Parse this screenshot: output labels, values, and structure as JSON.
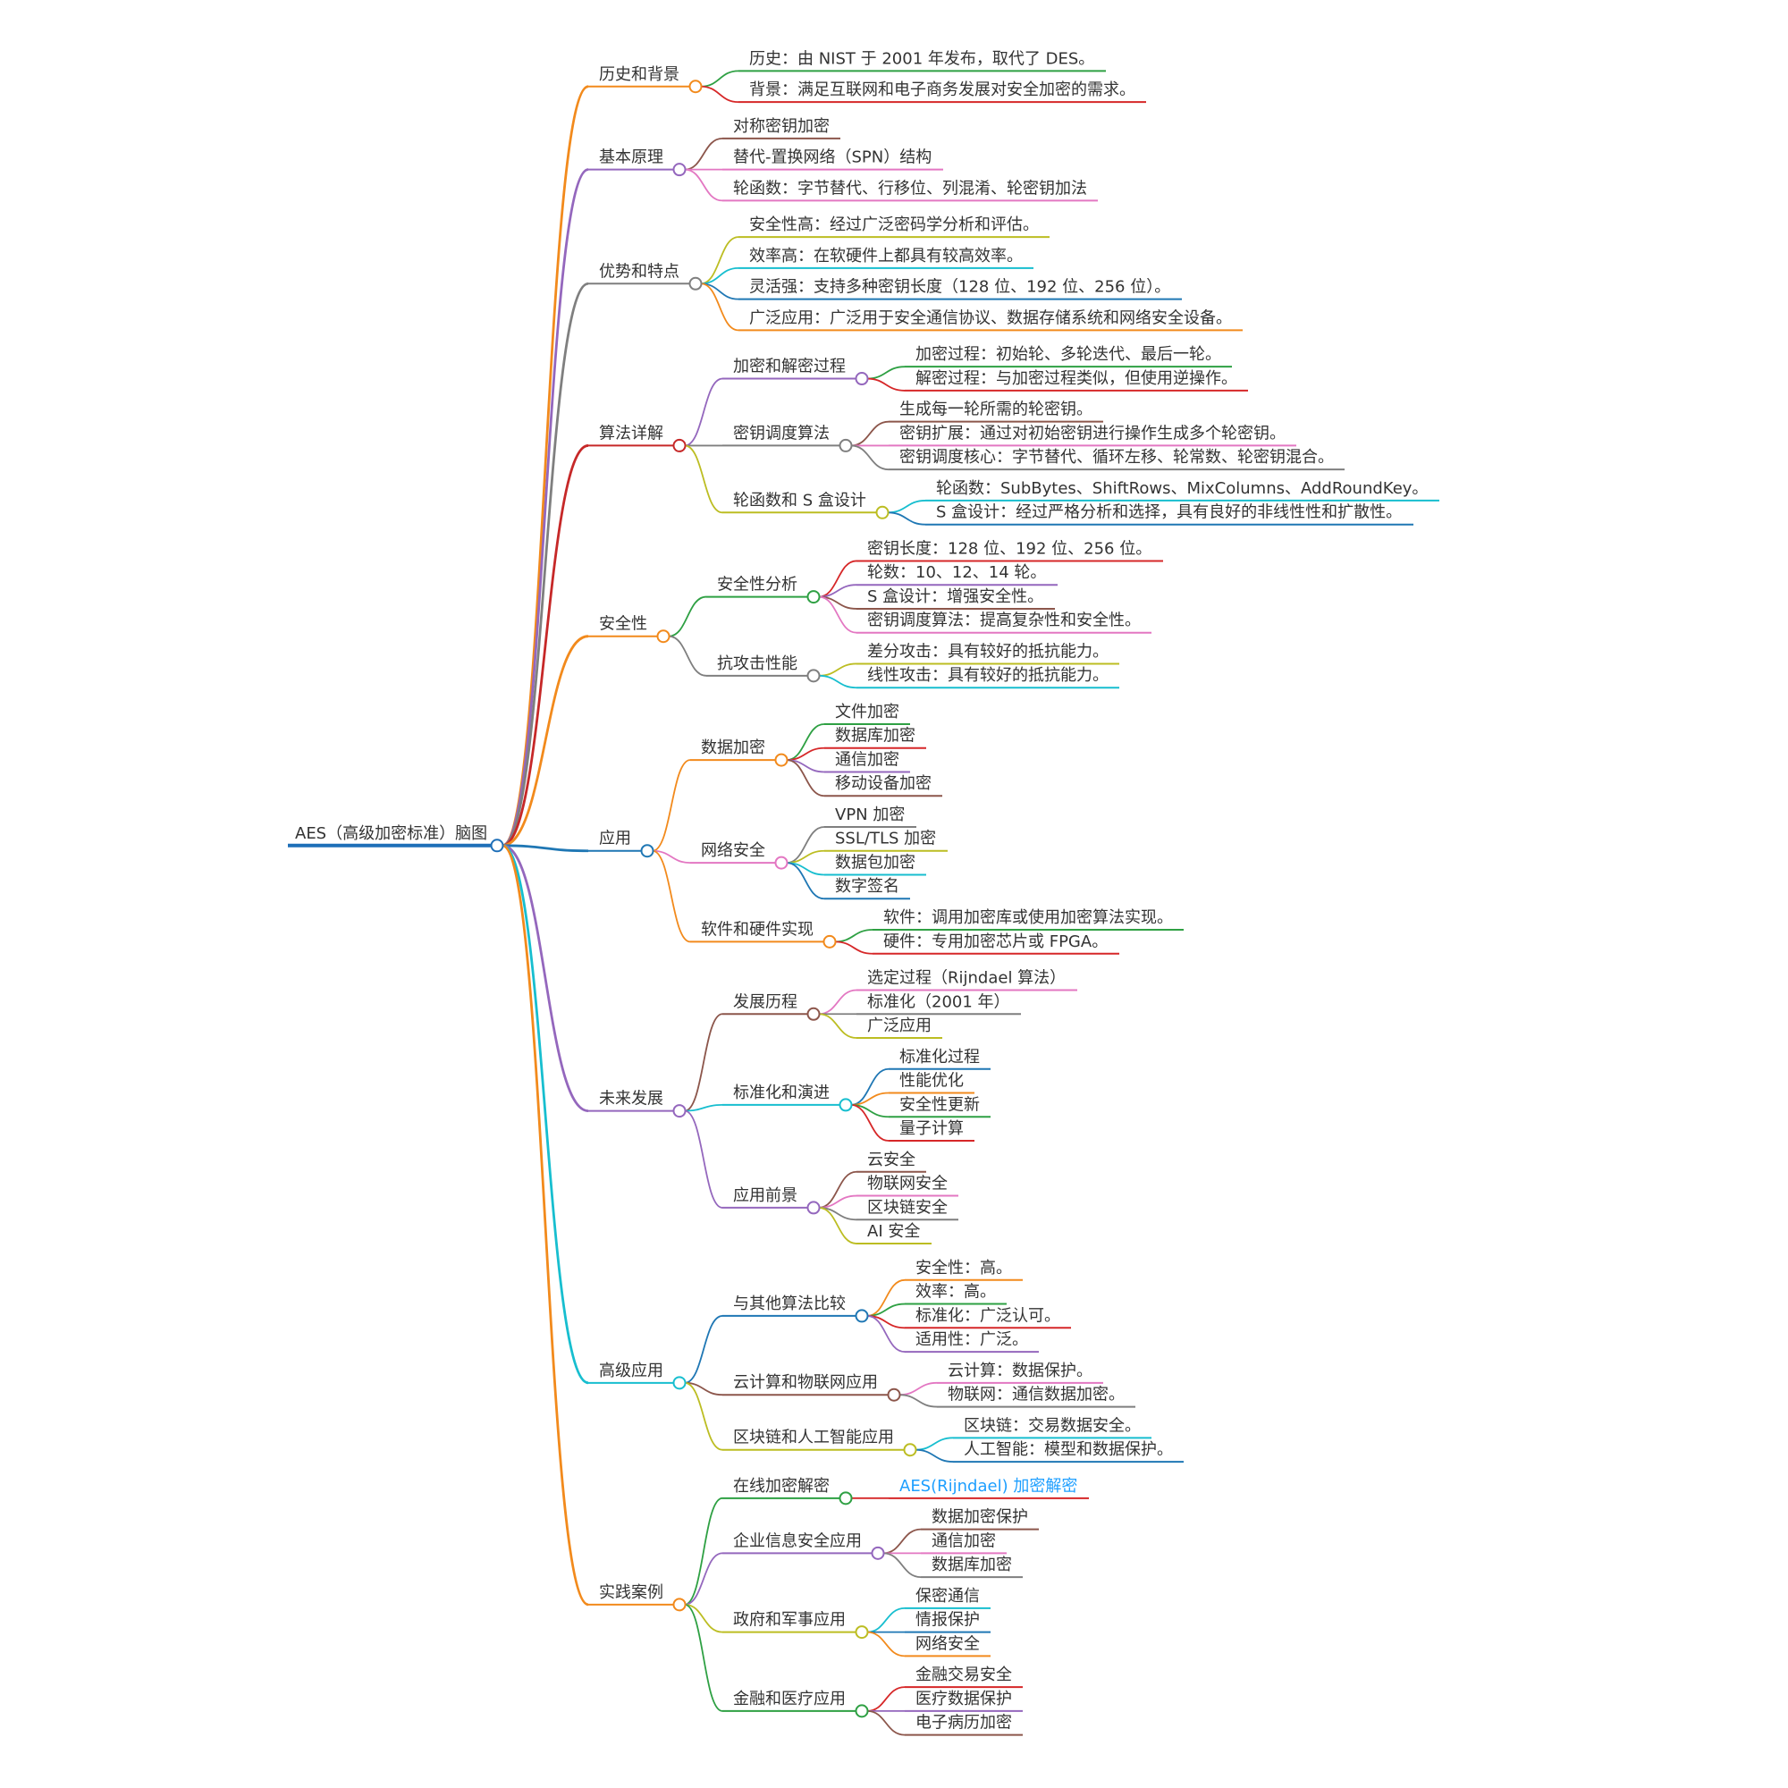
{
  "root": {
    "label": "AES（高级加密标准）脑图",
    "color": "#1e6fb8"
  },
  "branches": [
    {
      "label": "历史和背景",
      "color": "#f28a1c",
      "children": [
        {
          "label": "历史：由 NIST 于 2001 年发布，取代了 DES。",
          "color": "#2ea043"
        },
        {
          "label": "背景：满足互联网和电子商务发展对安全加密的需求。",
          "color": "#d62728"
        }
      ]
    },
    {
      "label": "基本原理",
      "color": "#9467bd",
      "children": [
        {
          "label": "对称密钥加密",
          "color": "#8c564b"
        },
        {
          "label": "替代-置换网络（SPN）结构",
          "color": "#e377c2"
        },
        {
          "label": "轮函数：字节替代、行移位、列混淆、轮密钥加法",
          "color": "#e377c2"
        }
      ]
    },
    {
      "label": "优势和特点",
      "color": "#7f7f7f",
      "children": [
        {
          "label": "安全性高：经过广泛密码学分析和评估。",
          "color": "#bcbd22"
        },
        {
          "label": "效率高：在软硬件上都具有较高效率。",
          "color": "#17becf"
        },
        {
          "label": "灵活强：支持多种密钥长度（128 位、192 位、256 位）。",
          "color": "#1f77b4"
        },
        {
          "label": "广泛应用：广泛用于安全通信协议、数据存储系统和网络安全设备。",
          "color": "#f28a1c"
        }
      ]
    },
    {
      "label": "算法详解",
      "color": "#c62828",
      "children": [
        {
          "label": "加密和解密过程",
          "color": "#9467bd",
          "children": [
            {
              "label": "加密过程：初始轮、多轮迭代、最后一轮。",
              "color": "#2ea043"
            },
            {
              "label": "解密过程：与加密过程类似，但使用逆操作。",
              "color": "#d62728"
            }
          ]
        },
        {
          "label": "密钥调度算法",
          "color": "#7f7f7f",
          "children": [
            {
              "label": "生成每一轮所需的轮密钥。",
              "color": "#8c564b"
            },
            {
              "label": "密钥扩展：通过对初始密钥进行操作生成多个轮密钥。",
              "color": "#e377c2"
            },
            {
              "label": "密钥调度核心：字节替代、循环左移、轮常数、轮密钥混合。",
              "color": "#7f7f7f"
            }
          ]
        },
        {
          "label": "轮函数和 S 盒设计",
          "color": "#bcbd22",
          "children": [
            {
              "label": "轮函数：SubBytes、ShiftRows、MixColumns、AddRoundKey。",
              "color": "#17becf"
            },
            {
              "label": "S 盒设计：经过严格分析和选择，具有良好的非线性性和扩散性。",
              "color": "#1f77b4"
            }
          ]
        }
      ]
    },
    {
      "label": "安全性",
      "color": "#f28a1c",
      "children": [
        {
          "label": "安全性分析",
          "color": "#2ea043",
          "children": [
            {
              "label": "密钥长度：128 位、192 位、256 位。",
              "color": "#d62728"
            },
            {
              "label": "轮数：10、12、14 轮。",
              "color": "#9467bd"
            },
            {
              "label": "S 盒设计：增强安全性。",
              "color": "#8c564b"
            },
            {
              "label": "密钥调度算法：提高复杂性和安全性。",
              "color": "#e377c2"
            }
          ]
        },
        {
          "label": "抗攻击性能",
          "color": "#7f7f7f",
          "children": [
            {
              "label": "差分攻击：具有较好的抵抗能力。",
              "color": "#bcbd22"
            },
            {
              "label": "线性攻击：具有较好的抵抗能力。",
              "color": "#17becf"
            }
          ]
        }
      ]
    },
    {
      "label": "应用",
      "color": "#1f77b4",
      "children": [
        {
          "label": "数据加密",
          "color": "#f28a1c",
          "children": [
            {
              "label": "文件加密",
              "color": "#2ea043"
            },
            {
              "label": "数据库加密",
              "color": "#d62728"
            },
            {
              "label": "通信加密",
              "color": "#9467bd"
            },
            {
              "label": "移动设备加密",
              "color": "#8c564b"
            }
          ]
        },
        {
          "label": "网络安全",
          "color": "#e377c2",
          "children": [
            {
              "label": "VPN 加密",
              "color": "#7f7f7f"
            },
            {
              "label": "SSL/TLS 加密",
              "color": "#bcbd22"
            },
            {
              "label": "数据包加密",
              "color": "#17becf"
            },
            {
              "label": "数字签名",
              "color": "#1f77b4"
            }
          ]
        },
        {
          "label": "软件和硬件实现",
          "color": "#f28a1c",
          "children": [
            {
              "label": "软件：调用加密库或使用加密算法实现。",
              "color": "#2ea043"
            },
            {
              "label": "硬件：专用加密芯片或 FPGA。",
              "color": "#d62728"
            }
          ]
        }
      ]
    },
    {
      "label": "未来发展",
      "color": "#9467bd",
      "children": [
        {
          "label": "发展历程",
          "color": "#8c564b",
          "children": [
            {
              "label": "选定过程（Rijndael 算法）",
              "color": "#e377c2"
            },
            {
              "label": "标准化（2001 年）",
              "color": "#7f7f7f"
            },
            {
              "label": "广泛应用",
              "color": "#bcbd22"
            }
          ]
        },
        {
          "label": "标准化和演进",
          "color": "#17becf",
          "children": [
            {
              "label": "标准化过程",
              "color": "#1f77b4"
            },
            {
              "label": "性能优化",
              "color": "#f28a1c"
            },
            {
              "label": "安全性更新",
              "color": "#2ea043"
            },
            {
              "label": "量子计算",
              "color": "#d62728"
            }
          ]
        },
        {
          "label": "应用前景",
          "color": "#9467bd",
          "children": [
            {
              "label": "云安全",
              "color": "#8c564b"
            },
            {
              "label": "物联网安全",
              "color": "#e377c2"
            },
            {
              "label": "区块链安全",
              "color": "#7f7f7f"
            },
            {
              "label": "AI 安全",
              "color": "#bcbd22"
            }
          ]
        }
      ]
    },
    {
      "label": "高级应用",
      "color": "#17becf",
      "children": [
        {
          "label": "与其他算法比较",
          "color": "#1f77b4",
          "children": [
            {
              "label": "安全性：高。",
              "color": "#f28a1c"
            },
            {
              "label": "效率：高。",
              "color": "#2ea043"
            },
            {
              "label": "标准化：广泛认可。",
              "color": "#d62728"
            },
            {
              "label": "适用性：广泛。",
              "color": "#9467bd"
            }
          ]
        },
        {
          "label": "云计算和物联网应用",
          "color": "#8c564b",
          "children": [
            {
              "label": "云计算：数据保护。",
              "color": "#e377c2"
            },
            {
              "label": "物联网：通信数据加密。",
              "color": "#7f7f7f"
            }
          ]
        },
        {
          "label": "区块链和人工智能应用",
          "color": "#bcbd22",
          "children": [
            {
              "label": "区块链：交易数据安全。",
              "color": "#17becf"
            },
            {
              "label": "人工智能：模型和数据保护。",
              "color": "#1f77b4"
            }
          ]
        }
      ]
    },
    {
      "label": "实践案例",
      "color": "#f28a1c",
      "children": [
        {
          "label": "在线加密解密",
          "color": "#2ea043",
          "children": [
            {
              "label": "AES(Rijndael) 加密解密",
              "color": "#d62728",
              "link": true
            }
          ]
        },
        {
          "label": "企业信息安全应用",
          "color": "#9467bd",
          "children": [
            {
              "label": "数据加密保护",
              "color": "#8c564b"
            },
            {
              "label": "通信加密",
              "color": "#e377c2"
            },
            {
              "label": "数据库加密",
              "color": "#7f7f7f"
            }
          ]
        },
        {
          "label": "政府和军事应用",
          "color": "#bcbd22",
          "children": [
            {
              "label": "保密通信",
              "color": "#17becf"
            },
            {
              "label": "情报保护",
              "color": "#1f77b4"
            },
            {
              "label": "网络安全",
              "color": "#f28a1c"
            }
          ]
        },
        {
          "label": "金融和医疗应用",
          "color": "#2ea043",
          "children": [
            {
              "label": "金融交易安全",
              "color": "#d62728"
            },
            {
              "label": "医疗数据保护",
              "color": "#9467bd"
            },
            {
              "label": "电子病历加密",
              "color": "#8c564b"
            }
          ]
        }
      ]
    }
  ]
}
